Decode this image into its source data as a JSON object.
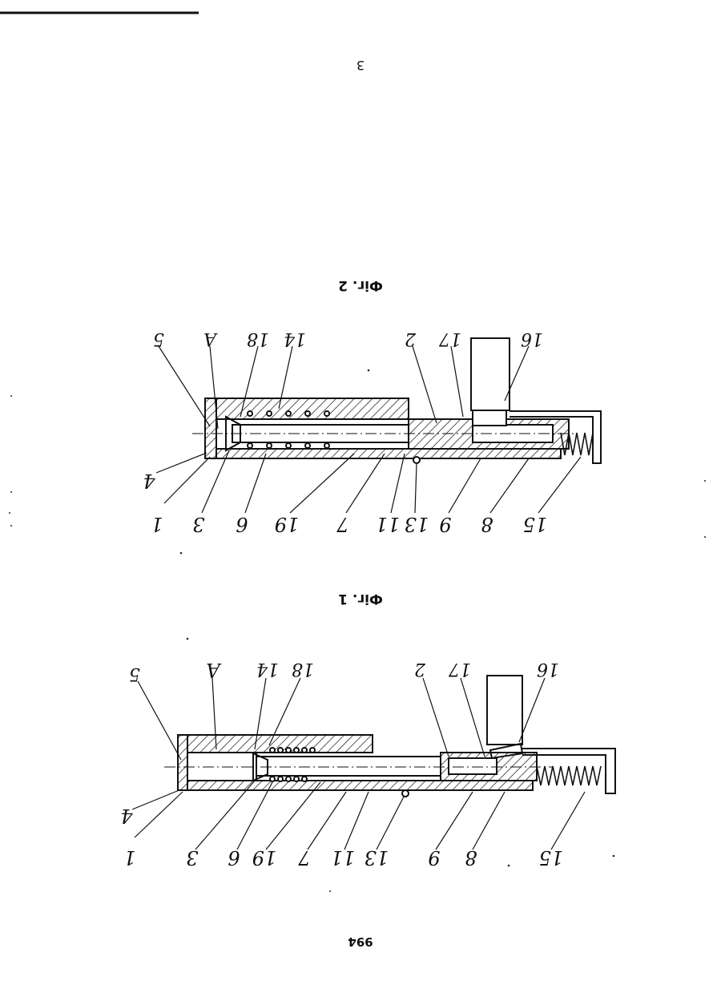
{
  "page": {
    "header_number": "3",
    "footer_number": "994",
    "orientation_note": "rotated-180"
  },
  "figures": [
    {
      "id": "fig2",
      "caption": "Фiг. 2",
      "labels_top": [
        "5",
        "A",
        "18",
        "14",
        "2",
        "17",
        "16"
      ],
      "labels_bottom": [
        "4",
        "1",
        "3",
        "6",
        "19",
        "7",
        "11",
        "13",
        "9",
        "8",
        "15"
      ]
    },
    {
      "id": "fig1",
      "caption": "Фiг. 1",
      "labels_top": [
        "5",
        "A",
        "14",
        "18",
        "2",
        "17",
        "16"
      ],
      "labels_bottom": [
        "4",
        "1",
        "3",
        "6",
        "19",
        "7",
        "11",
        "13",
        "9",
        "8",
        "15"
      ]
    }
  ],
  "colors": {
    "ink": "#111111",
    "paper": "#ffffff"
  }
}
